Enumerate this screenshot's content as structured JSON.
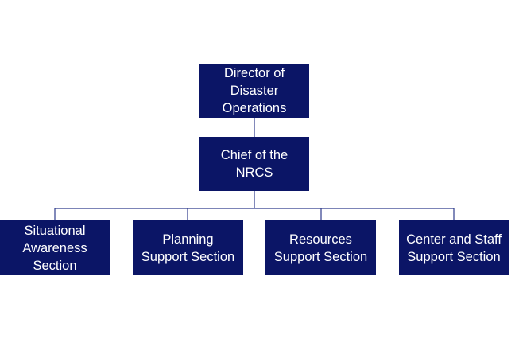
{
  "org_chart": {
    "director": {
      "label": "Director of\nDisaster\nOperations"
    },
    "chief": {
      "label": "Chief of the\nNRCS"
    },
    "sections": [
      {
        "label": "Situational\nAwareness\nSection"
      },
      {
        "label": "Planning\nSupport Section"
      },
      {
        "label": "Resources\nSupport Section"
      },
      {
        "label": "Center and Staff\nSupport Section"
      }
    ]
  },
  "colors": {
    "box_fill": "#0b1566",
    "box_text": "#ffffff",
    "connector": "#2e3b8c"
  }
}
